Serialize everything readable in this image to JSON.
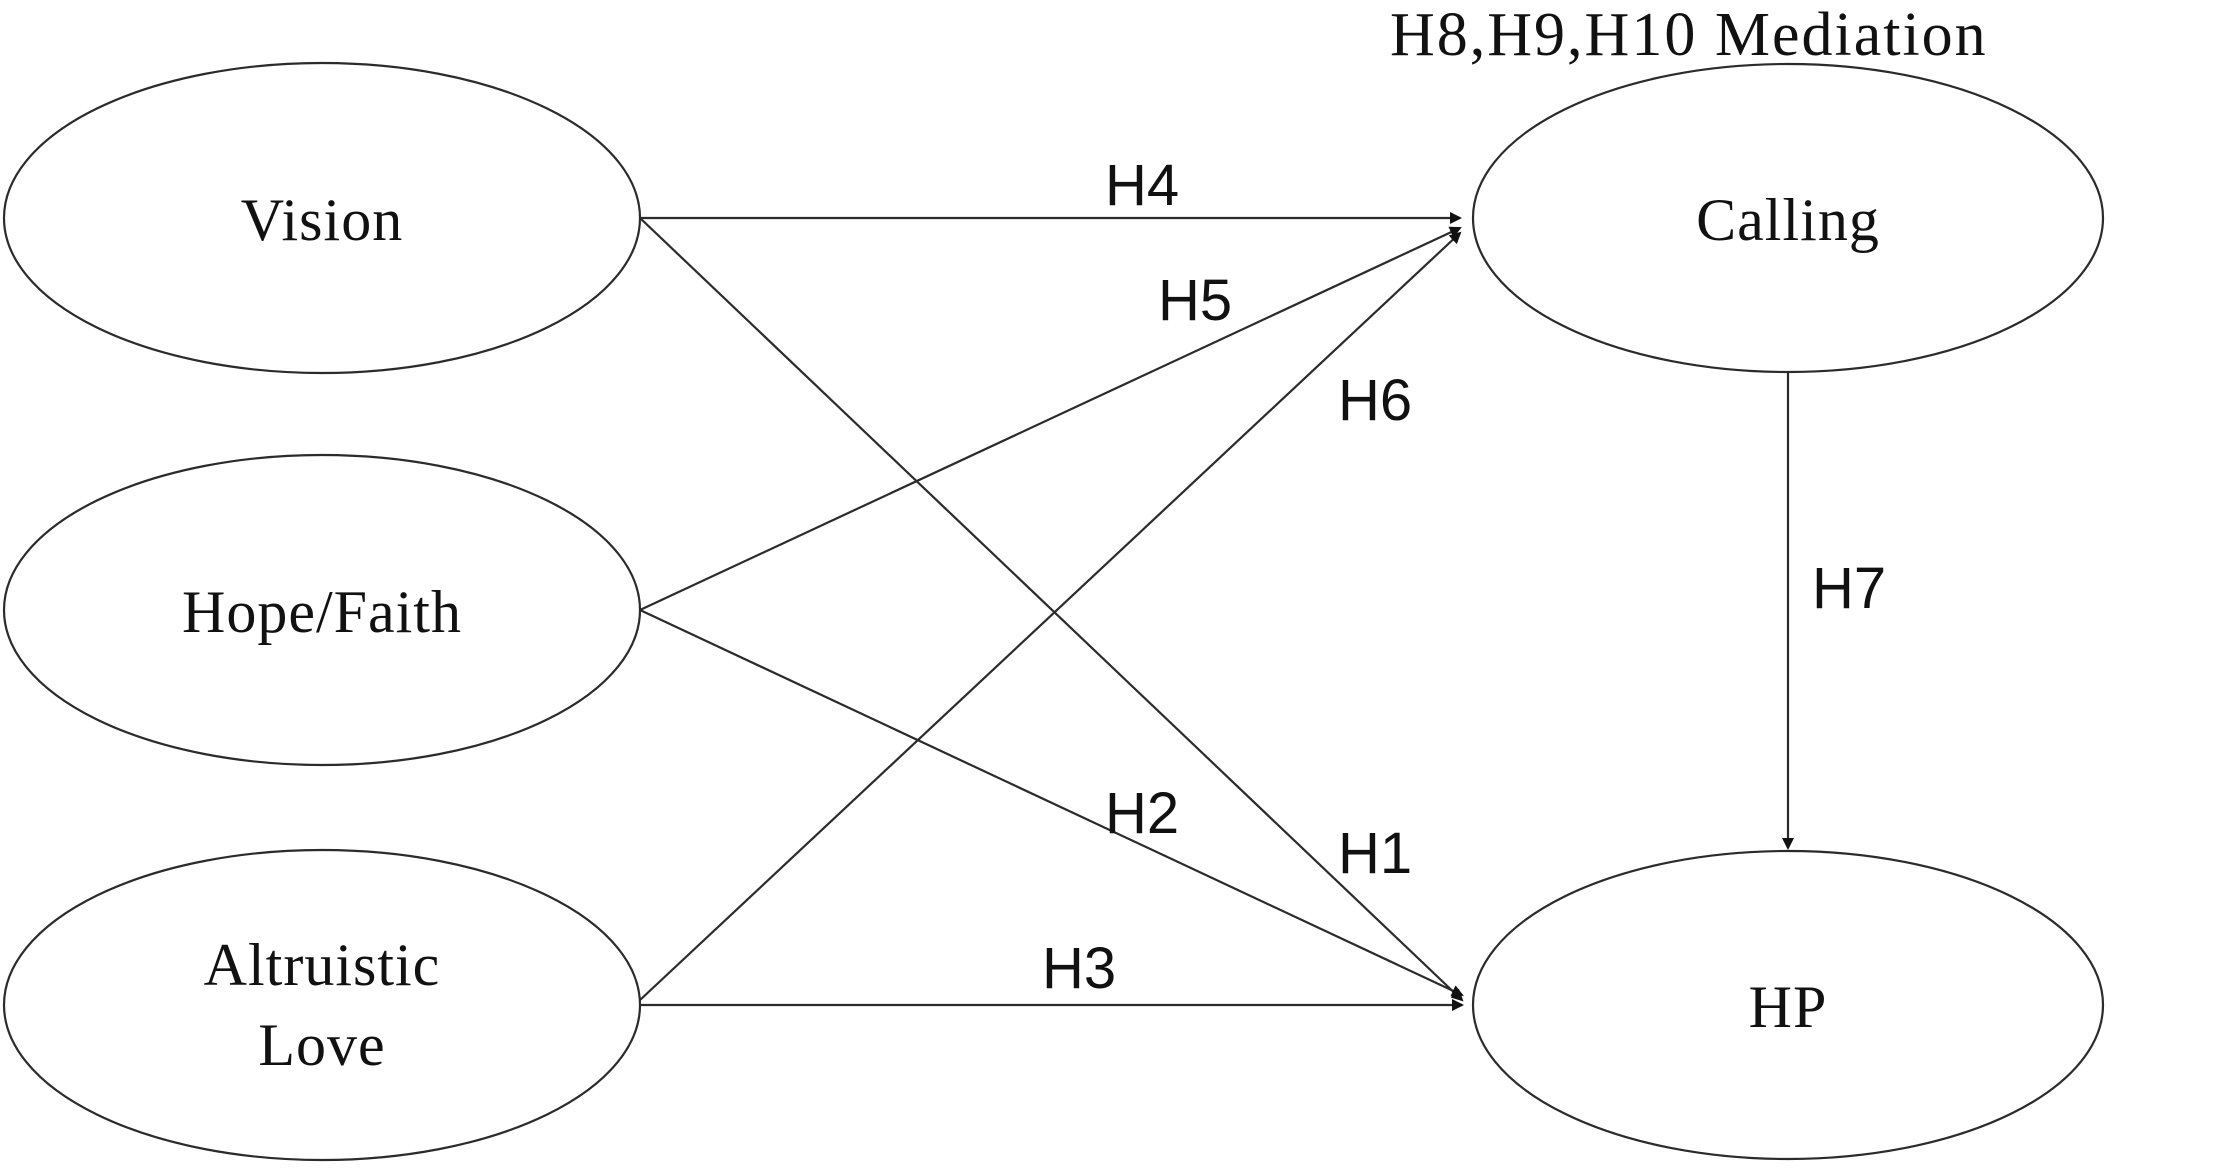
{
  "diagram": {
    "note": "H8,H9,H10 Mediation",
    "nodes": [
      {
        "id": "vision",
        "label_lines": [
          "Vision"
        ]
      },
      {
        "id": "hope_faith",
        "label_lines": [
          "Hope/Faith"
        ]
      },
      {
        "id": "altruistic_love",
        "label_lines": [
          "Altruistic",
          "Love"
        ]
      },
      {
        "id": "calling",
        "label_lines": [
          "Calling"
        ]
      },
      {
        "id": "hp",
        "label_lines": [
          "HP"
        ]
      }
    ],
    "edges": [
      {
        "from": "vision",
        "to": "calling",
        "label": "H4"
      },
      {
        "from": "hope_faith",
        "to": "calling",
        "label": "H5"
      },
      {
        "from": "altruistic_love",
        "to": "calling",
        "label": "H6"
      },
      {
        "from": "vision",
        "to": "hp",
        "label": "H1"
      },
      {
        "from": "hope_faith",
        "to": "hp",
        "label": "H2"
      },
      {
        "from": "altruistic_love",
        "to": "hp",
        "label": "H3"
      },
      {
        "from": "calling",
        "to": "hp",
        "label": "H7"
      }
    ],
    "colors": {
      "stroke": "#2b2b2b",
      "text": "#111111",
      "background": "#ffffff"
    }
  }
}
